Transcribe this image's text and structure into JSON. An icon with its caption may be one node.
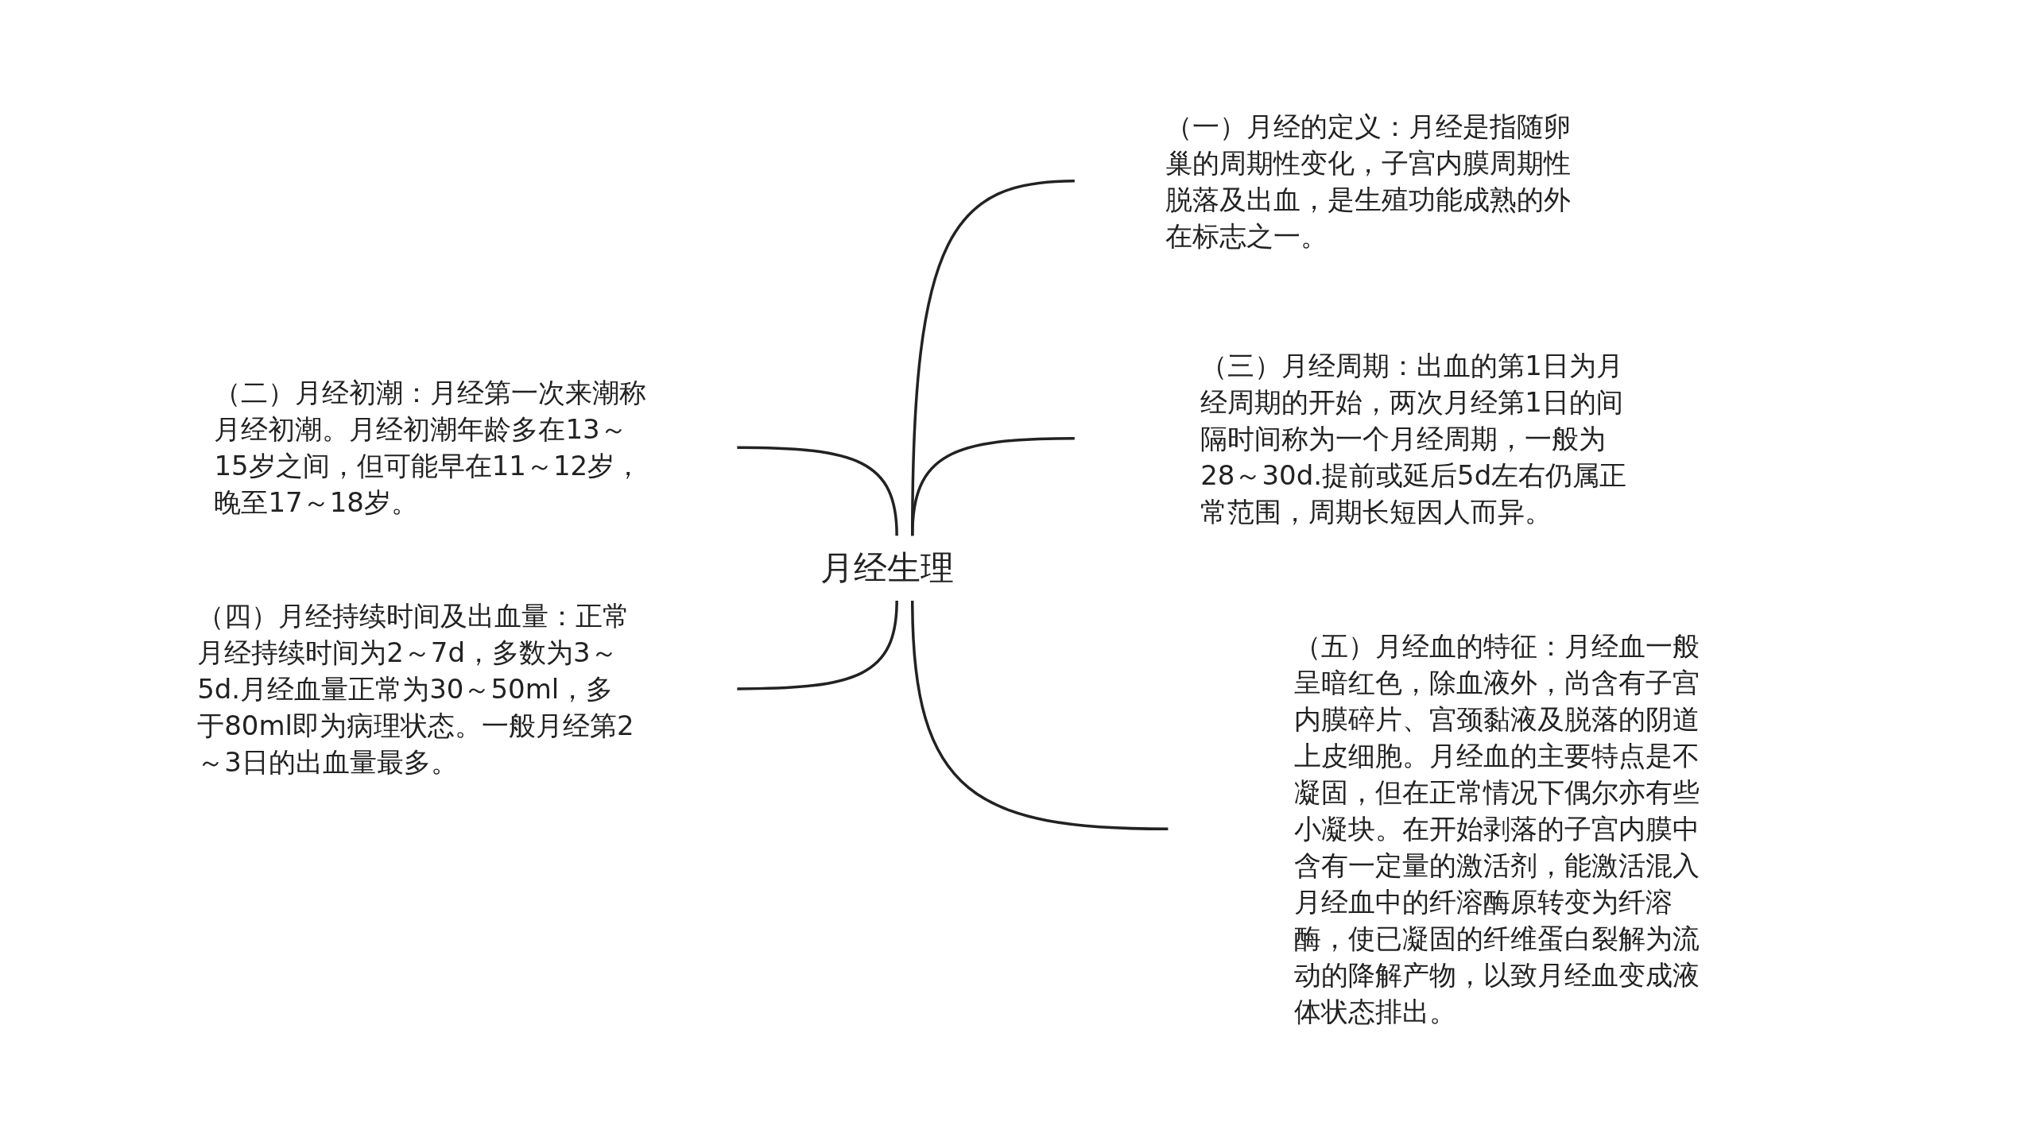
{
  "diagram": {
    "nodes": [
      {
        "text": [
          "月经生理"
        ]
      },
      {
        "text": [
          "（一）月经的定义：月经是指随卵巢的周期性变化，子宫内膜周期性脱落及出血，是生殖功能成熟的外在标志之一。"
        ]
      },
      {
        "text": [
          "（二）月经初潮：月经第一次来潮称月经初潮。月经初潮年龄多在13～15岁之间，但可能早在11～12岁，晚至17～18岁。"
        ]
      },
      {
        "text": [
          "（三）月经周期：出血的第1日为月经周期的开始，两次月经第1日的间隔时间称为一个月经周期，一般为28～30d.提前或延后5d左右仍属正常范围，周期长短因人而异。"
        ]
      },
      {
        "text": [
          "（四）月经持续时间及出血量：正常月经持续时间为2～7d，多数为3～5d.月经血量正常为30～50ml，多于80ml即为病理状态。一般月经第2～3日的出血量最多。"
        ]
      },
      {
        "text": [
          "（五）月经血的特征：月经血一般呈暗红色，除血液外，尚含有子宫内膜碎片、宫颈黏液及脱落的阴道上皮细胞。月经血的主要特点是不凝固，但在正常情况下偶尔亦有些小凝块。在开始剥落的子宫内膜中含有一定量的激活剂，能激活混入月经血中的纤溶酶原转变为纤溶酶，使已凝固的纤维蛋白裂解为流动的降解产物，以致月经血变成液体状态排出。"
        ]
      }
    ],
    "edges": [
      {
        "from": 0,
        "to": 1,
        "arrow": "none"
      },
      {
        "from": 0,
        "to": 2,
        "arrow": "none"
      },
      {
        "from": 0,
        "to": 3,
        "arrow": "none"
      },
      {
        "from": 0,
        "to": 4,
        "arrow": "none"
      },
      {
        "from": 0,
        "to": 5,
        "arrow": "none"
      }
    ]
  }
}
